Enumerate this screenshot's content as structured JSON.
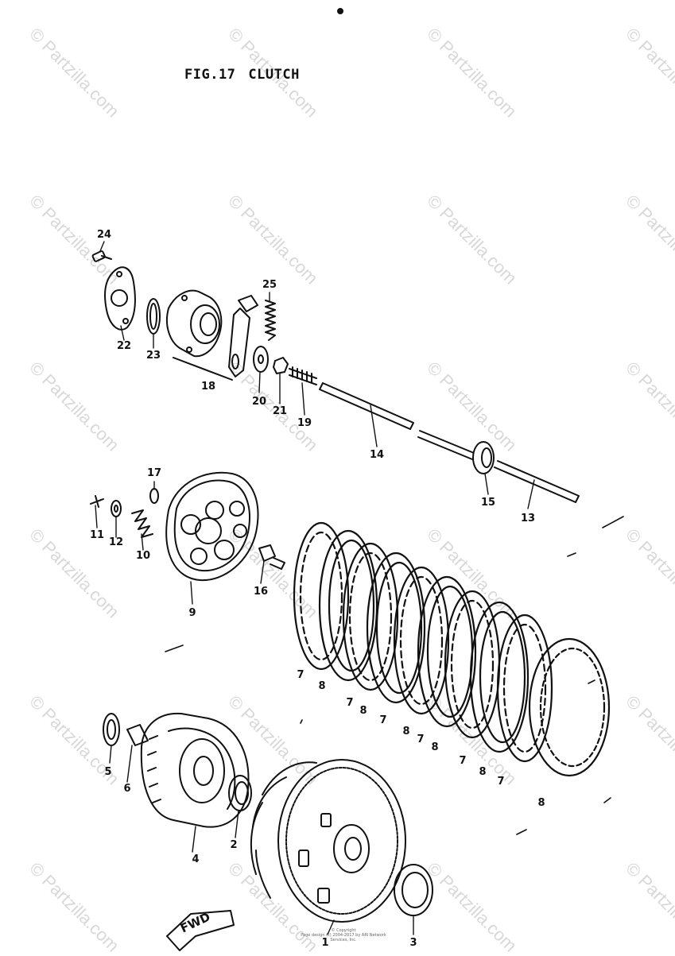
{
  "figure": {
    "number": "FIG.17",
    "name": "CLUTCH"
  },
  "watermark": "© Partzilla.com",
  "fwd_label": "FWD",
  "copyright_lines": [
    "© Copyright",
    "Page design (c) 2004-2017 by ARI Network Services, Inc."
  ],
  "callouts": [
    "1",
    "2",
    "3",
    "4",
    "5",
    "6",
    "7",
    "8",
    "9",
    "10",
    "11",
    "12",
    "13",
    "14",
    "15",
    "16",
    "17",
    "18",
    "19",
    "20",
    "21",
    "22",
    "23",
    "24",
    "25"
  ],
  "plate_labels": {
    "friction": "7",
    "steel": "8"
  }
}
